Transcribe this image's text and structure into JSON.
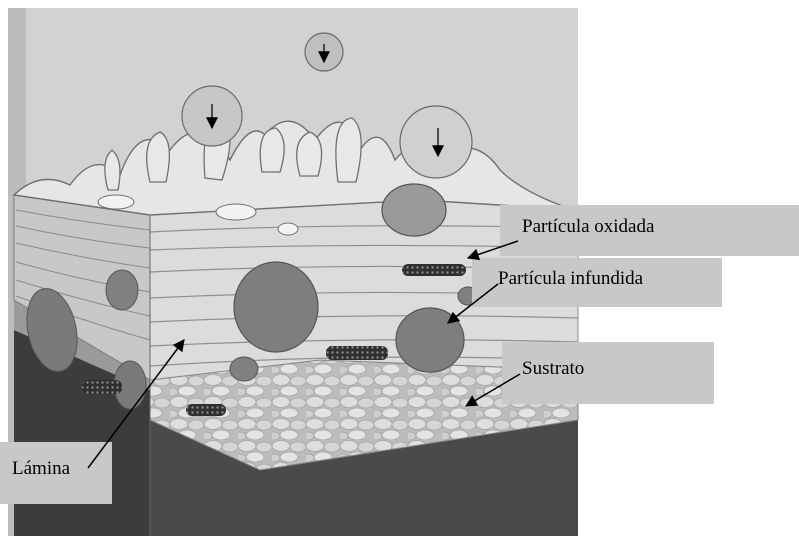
{
  "diagram": {
    "labels": {
      "oxidized_particle": "Partícula oxidada",
      "infused_particle": "Partícula infundida",
      "substrate": "Sustrato",
      "lamina": "Lámina"
    }
  },
  "colors": {
    "background": "#ffffff",
    "image_gray": "#d2d2d2",
    "dark_gray": "#3c3c3c",
    "label_box": "#c8c8c8",
    "particle_gray": "#7a7a7a"
  }
}
